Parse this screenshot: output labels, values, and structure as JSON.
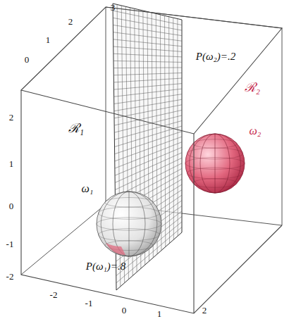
{
  "diagram": {
    "labels": [
      "3",
      "2",
      "1",
      "0",
      "P(ω₂)=.2",
      "2",
      "1",
      "ℛ₁",
      "ℛ₂",
      "0",
      "ω₂",
      "ω₁",
      "-1",
      "-2",
      "P(ω₁)=.8",
      "-2",
      "-1",
      "0",
      "1",
      "2"
    ]
  }
}
